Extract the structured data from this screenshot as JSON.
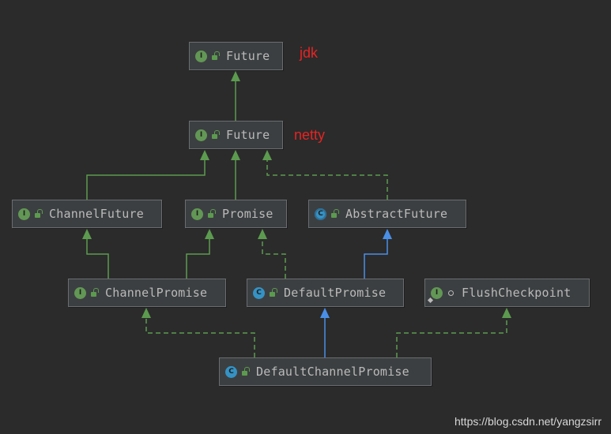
{
  "nodes": {
    "future_jdk": {
      "name": "Future",
      "kind": "interface",
      "kind_letter": "I"
    },
    "future_netty": {
      "name": "Future",
      "kind": "interface",
      "kind_letter": "I"
    },
    "channel_future": {
      "name": "ChannelFuture",
      "kind": "interface",
      "kind_letter": "I"
    },
    "promise": {
      "name": "Promise",
      "kind": "interface",
      "kind_letter": "I"
    },
    "abstract_future": {
      "name": "AbstractFuture",
      "kind": "abstract-class",
      "kind_letter": "C"
    },
    "channel_promise": {
      "name": "ChannelPromise",
      "kind": "interface",
      "kind_letter": "I"
    },
    "default_promise": {
      "name": "DefaultPromise",
      "kind": "class",
      "kind_letter": "C"
    },
    "flush_checkpoint": {
      "name": "FlushCheckpoint",
      "kind": "interface",
      "kind_letter": "I"
    },
    "default_channel_promise": {
      "name": "DefaultChannelPromise",
      "kind": "class",
      "kind_letter": "C"
    }
  },
  "edges": [
    {
      "from": "future_netty",
      "to": "future_jdk",
      "type": "extends"
    },
    {
      "from": "channel_future",
      "to": "future_netty",
      "type": "extends"
    },
    {
      "from": "promise",
      "to": "future_netty",
      "type": "extends"
    },
    {
      "from": "abstract_future",
      "to": "future_netty",
      "type": "implements"
    },
    {
      "from": "channel_promise",
      "to": "channel_future",
      "type": "extends"
    },
    {
      "from": "channel_promise",
      "to": "promise",
      "type": "extends"
    },
    {
      "from": "default_promise",
      "to": "promise",
      "type": "implements"
    },
    {
      "from": "default_promise",
      "to": "abstract_future",
      "type": "class-extends"
    },
    {
      "from": "default_channel_promise",
      "to": "channel_promise",
      "type": "implements"
    },
    {
      "from": "default_channel_promise",
      "to": "default_promise",
      "type": "class-extends"
    },
    {
      "from": "default_channel_promise",
      "to": "flush_checkpoint",
      "type": "implements"
    }
  ],
  "annotations": {
    "jdk": "jdk",
    "netty": "netty"
  },
  "watermark": "https://blog.csdn.net/yangzsirr",
  "colors": {
    "background": "#2b2b2b",
    "interface_edge": "#5c9b4f",
    "class_edge": "#4a8fe7",
    "annotation": "#e82323"
  }
}
